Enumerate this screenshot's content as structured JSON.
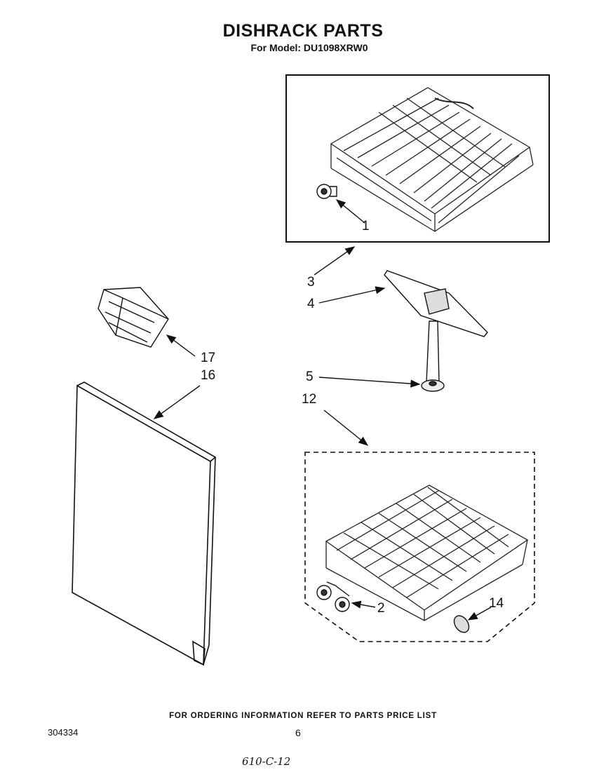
{
  "header": {
    "title": "DISHRACK PARTS",
    "subtitle": "For Model: DU1098XRW0"
  },
  "callouts": {
    "c1": "1",
    "c2": "2",
    "c3": "3",
    "c4": "4",
    "c5": "5",
    "c12": "12",
    "c14": "14",
    "c16": "16",
    "c17": "17"
  },
  "footer": {
    "ordering_note": "FOR ORDERING INFORMATION REFER TO PARTS PRICE LIST",
    "doc_number": "304334",
    "page_number": "6",
    "handwritten_note": "610-C-12"
  }
}
